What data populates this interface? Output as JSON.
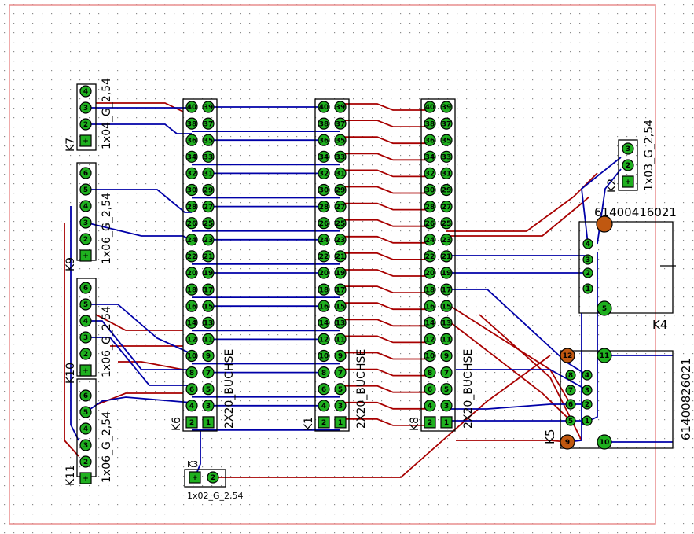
{
  "colors": {
    "board_outline": "#e88d8d",
    "bottom_trace": "#0000a8",
    "top_trace": "#a80000",
    "pad": "#1fb01f",
    "pad_special": "#c05810",
    "pad_outline": "#000000",
    "grid_dot": "#8a8a8a"
  },
  "connectors": {
    "k6": {
      "name": "K6",
      "type": "2X20_BUCHSE"
    },
    "k1": {
      "name": "K1",
      "type": "2X20_BUCHSE"
    },
    "k8": {
      "name": "K8",
      "type": "2X20_BUCHSE"
    },
    "k7": {
      "name": "K7",
      "type": "1x04_G_2,54"
    },
    "k9": {
      "name": "K9",
      "type": "1x06_G_2,54"
    },
    "k10": {
      "name": "K10",
      "type": "1x06_G_2,54"
    },
    "k11": {
      "name": "K11",
      "type": "1x06_G_2,54"
    },
    "k2": {
      "name": "K2",
      "type": "1x03_G_2,54"
    },
    "k3": {
      "name": "K3",
      "type": "1x02_G_2,54"
    },
    "k4": {
      "name": "K4",
      "part": "61400416021"
    },
    "k5": {
      "name": "K5",
      "part": "61400826021"
    }
  },
  "icons": {
    "pad": "round-pad-icon",
    "pin1": "square-pin1-pad-icon"
  }
}
